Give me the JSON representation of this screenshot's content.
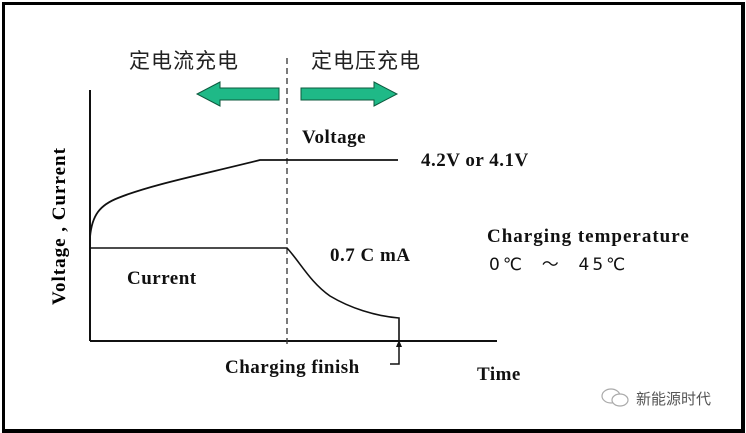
{
  "phases": {
    "constant_current": "定电流充电",
    "constant_voltage": "定电压充电"
  },
  "labels": {
    "voltage": "Voltage",
    "voltage_value": "4.2V or 4.1V",
    "current": "Current",
    "current_value": "0.7 C mA",
    "charging_finish": "Charging finish",
    "time_axis": "Time",
    "y_axis": "Voltage , Current",
    "temp_title": "Charging temperature",
    "temp_range": "0℃  ～  45℃"
  },
  "colors": {
    "arrow_fill": "#1fb987",
    "arrow_stroke": "#0d5a3e",
    "line": "#111111"
  },
  "watermark": {
    "icon": "wechat-icon",
    "text": "新能源时代"
  }
}
